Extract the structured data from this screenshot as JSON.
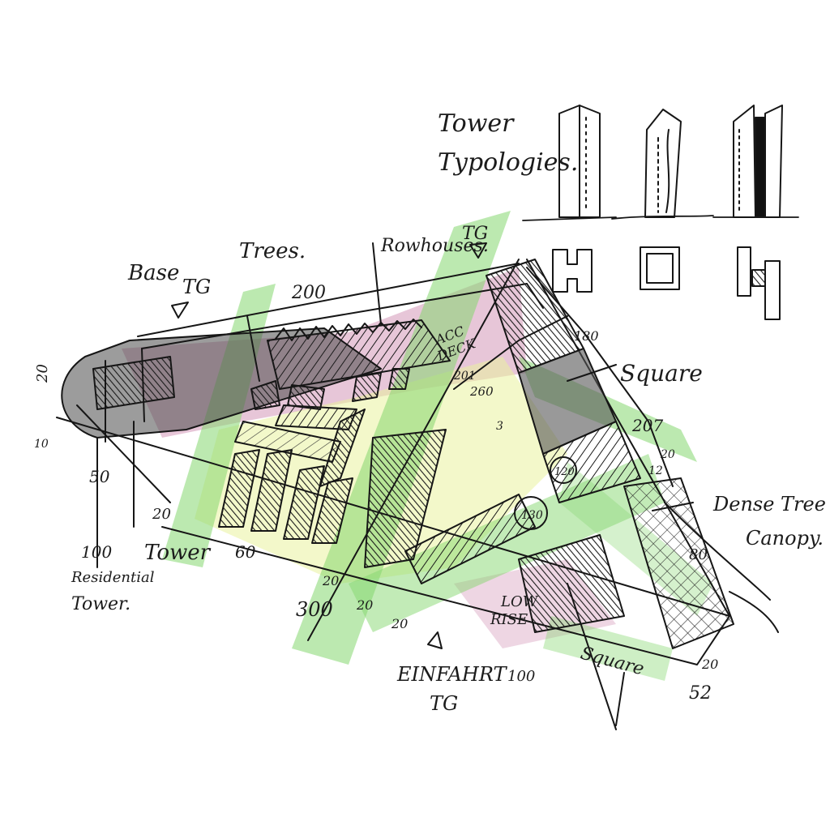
{
  "labels": {
    "tower_typologies_1": "Tower",
    "tower_typologies_2": "Typologies.",
    "base": "Base",
    "tg_base": "TG",
    "trees": "Trees.",
    "rowhouses": "Rowhouses.",
    "tg_top": "TG",
    "square_right": "Square",
    "dense_tree_1": "Dense Tree",
    "dense_tree_2": "Canopy.",
    "tower": "Tower",
    "residential_1": "Residential",
    "residential_2": "Tower.",
    "einfahrt_1": "EINFAHRT",
    "einfahrt_2": "TG",
    "low_rise_1": "LOW",
    "low_rise_2": "RISE",
    "square_bottom": "Square",
    "deck_1": "ACC",
    "deck_2": "DECK"
  },
  "dimensions": {
    "d20_left": "20",
    "d10_left": "10",
    "d50": "50",
    "d100_left": "100",
    "d20_under_base": "20",
    "d60": "60",
    "d200": "200",
    "d300": "300",
    "d20_a": "20",
    "d20_b": "20",
    "d20_c": "20",
    "d180": "180",
    "d207": "207",
    "d20_right": "20",
    "d12": "12",
    "d80": "80",
    "d20_br": "20",
    "d52": "52",
    "d100_bottom": "100",
    "d130": "130",
    "d120": "120",
    "d260": "260",
    "d201": "201",
    "d3": "3"
  },
  "colors": {
    "ink": "#161616",
    "green_pencil": "#6fcf55",
    "magenta_pencil": "#b0407a",
    "yellow_pencil": "#e6f08c",
    "grey_fill": "#555555"
  }
}
